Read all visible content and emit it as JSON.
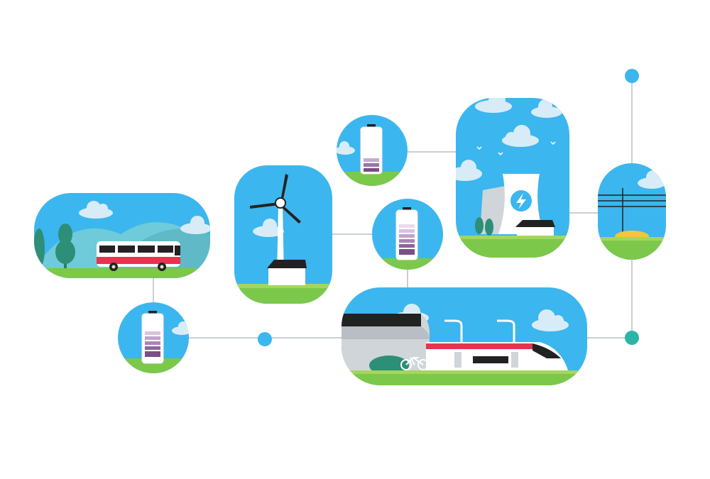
{
  "scene": {
    "title": "",
    "colors": {
      "sky": "#3cb6ee",
      "grass": "#7cc84a",
      "grass_light": "#a3d65c",
      "cloud": "#d8ecf7",
      "connector": "#c9cfd4",
      "node_blue": "#3cb6ee",
      "node_teal": "#2bb5a8",
      "vehicle_red": "#e6334f",
      "battery_purple": "#7a4e86",
      "building": "#ffffff"
    }
  },
  "tiles": [
    {
      "id": "bus-scene",
      "icon": "bus-icon"
    },
    {
      "id": "wind-turbine-scene",
      "icon": "wind-turbine-icon"
    },
    {
      "id": "battery-top",
      "icon": "battery-icon",
      "charge_level": 0.3
    },
    {
      "id": "battery-middle",
      "icon": "battery-icon",
      "charge_level": 0.65
    },
    {
      "id": "battery-left",
      "icon": "battery-icon",
      "charge_level": 0.55
    },
    {
      "id": "power-plant-scene",
      "icon": "lightning-bolt-icon"
    },
    {
      "id": "power-line-scene",
      "icon": "power-pole-icon"
    },
    {
      "id": "train-station-scene",
      "icon": "train-icon"
    }
  ]
}
